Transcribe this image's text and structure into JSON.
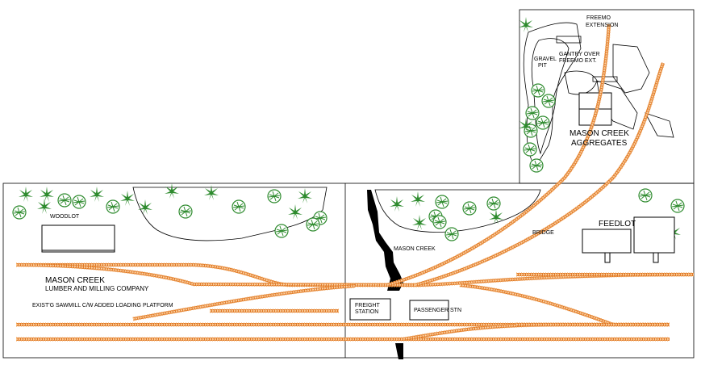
{
  "labels": {
    "freemo_extension_1": "FREEMO",
    "freemo_extension_2": "EXTENSION",
    "gantry_1": "GANTRY OVER",
    "gantry_2": "FREEMO EXT.",
    "gravel_pit_1": "GRAVEL",
    "gravel_pit_2": "PIT",
    "aggregates_1": "MASON CREEK",
    "aggregates_2": "AGGREGATES",
    "woodlot": "WOODLOT",
    "mason_creek": "MASON CREEK",
    "bridge": "BRIDGE",
    "feedlot": "FEEDLOT",
    "company_1": "MASON CREEK",
    "company_2": "LUMBER AND MILLING COMPANY",
    "sawmill_note": "EXIST'G SAWMILL C/W ADDED LOADING PLATFORM",
    "freight_station_1": "FREIGHT",
    "freight_station_2": "STATION",
    "passenger_station": "PASSENGER STN"
  },
  "colors": {
    "rail": "#e07b2a",
    "tie": "#f2a65a",
    "tree": "#2e8b2e",
    "creek": "#000000",
    "outline": "#000000"
  }
}
